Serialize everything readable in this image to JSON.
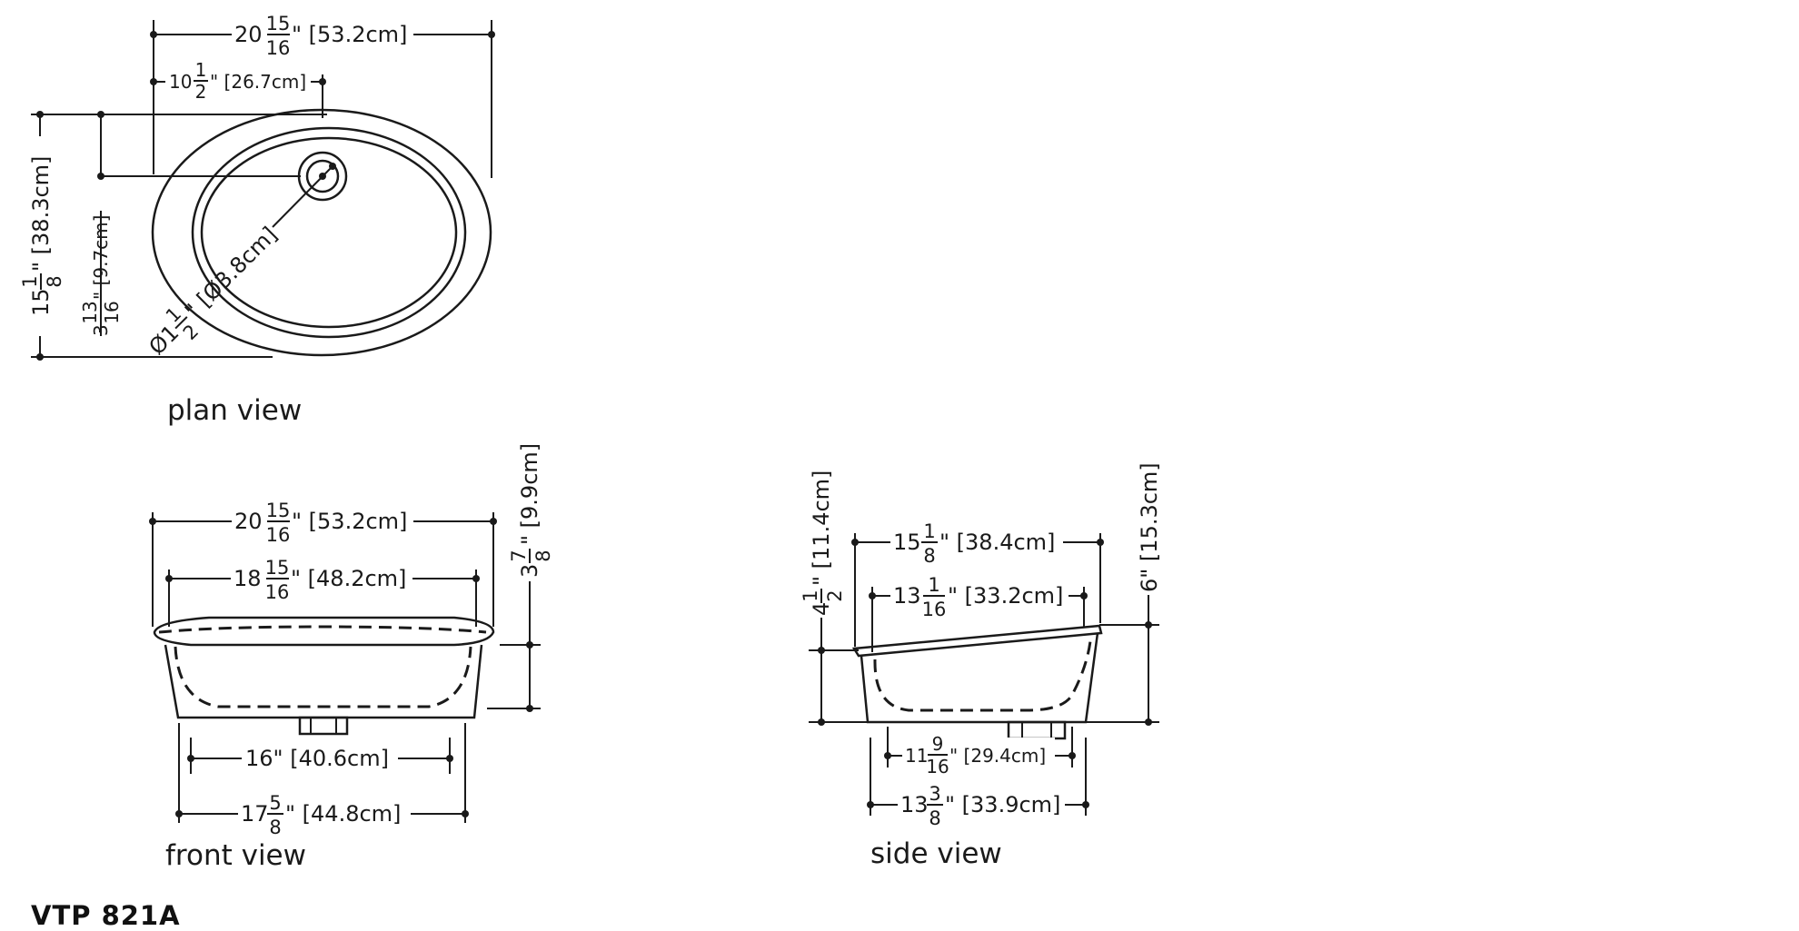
{
  "model": "VTP 821A",
  "views": {
    "plan": "plan view",
    "front": "front view",
    "side": "side view"
  },
  "plan": {
    "width": {
      "whole": "20",
      "num": "15",
      "den": "16",
      "rest": "\" [53.2cm]"
    },
    "drain_offset_x": {
      "whole": "10",
      "num": "1",
      "den": "2",
      "rest": "\" [26.7cm]"
    },
    "depth": {
      "whole": "15",
      "num": "1",
      "den": "8",
      "rest": "\" [38.3cm]"
    },
    "drain_offset_y": {
      "whole": "3",
      "num": "13",
      "den": "16",
      "rest": "\" [9.7cm]"
    },
    "drain_dia": {
      "whole": "Ø1",
      "num": "1",
      "den": "2",
      "rest": "\" [Ø3.8cm]"
    }
  },
  "front": {
    "overall": {
      "whole": "20",
      "num": "15",
      "den": "16",
      "rest": "\" [53.2cm]"
    },
    "inner": {
      "whole": "18",
      "num": "15",
      "den": "16",
      "rest": "\" [48.2cm]"
    },
    "base": {
      "text": "16\" [40.6cm]"
    },
    "foot": {
      "whole": "17",
      "num": "5",
      "den": "8",
      "rest": "\" [44.8cm]"
    },
    "height": {
      "whole": "3",
      "num": "7",
      "den": "8",
      "rest": "\" [9.9cm]"
    }
  },
  "side": {
    "overall": {
      "whole": "15",
      "num": "1",
      "den": "8",
      "rest": "\" [38.4cm]"
    },
    "inner": {
      "whole": "13",
      "num": "1",
      "den": "16",
      "rest": "\" [33.2cm]"
    },
    "base": {
      "whole": "11",
      "num": "9",
      "den": "16",
      "rest": "\" [29.4cm]"
    },
    "foot": {
      "whole": "13",
      "num": "3",
      "den": "8",
      "rest": "\" [33.9cm]"
    },
    "low_height": {
      "whole": "4",
      "num": "1",
      "den": "2",
      "rest": "\" [11.4cm]"
    },
    "high_height": {
      "text": "6\" [15.3cm]"
    }
  }
}
